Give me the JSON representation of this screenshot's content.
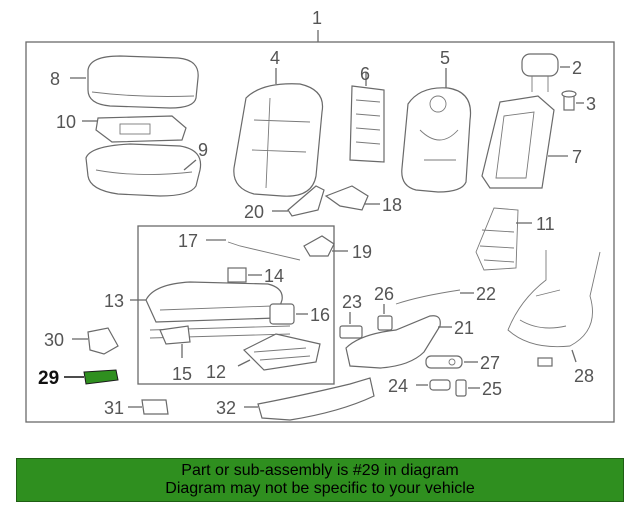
{
  "callouts": {
    "c1": "1",
    "c2": "2",
    "c3": "3",
    "c4": "4",
    "c5": "5",
    "c6": "6",
    "c7": "7",
    "c8": "8",
    "c9": "9",
    "c10": "10",
    "c11": "11",
    "c12": "12",
    "c13": "13",
    "c14": "14",
    "c15": "15",
    "c16": "16",
    "c17": "17",
    "c18": "18",
    "c19": "19",
    "c20": "20",
    "c21": "21",
    "c22": "22",
    "c23": "23",
    "c24": "24",
    "c25": "25",
    "c26": "26",
    "c27": "27",
    "c28": "28",
    "c29": "29",
    "c30": "30",
    "c31": "31",
    "c32": "32"
  },
  "highlight_part": "29",
  "colors": {
    "banner": "#2f8f1f",
    "highlight": "#2f8f1f",
    "line": "#6a6a6a"
  },
  "banner": {
    "line1": "Part or sub-assembly is #29 in diagram",
    "line2": "Diagram may not be specific to your vehicle"
  }
}
